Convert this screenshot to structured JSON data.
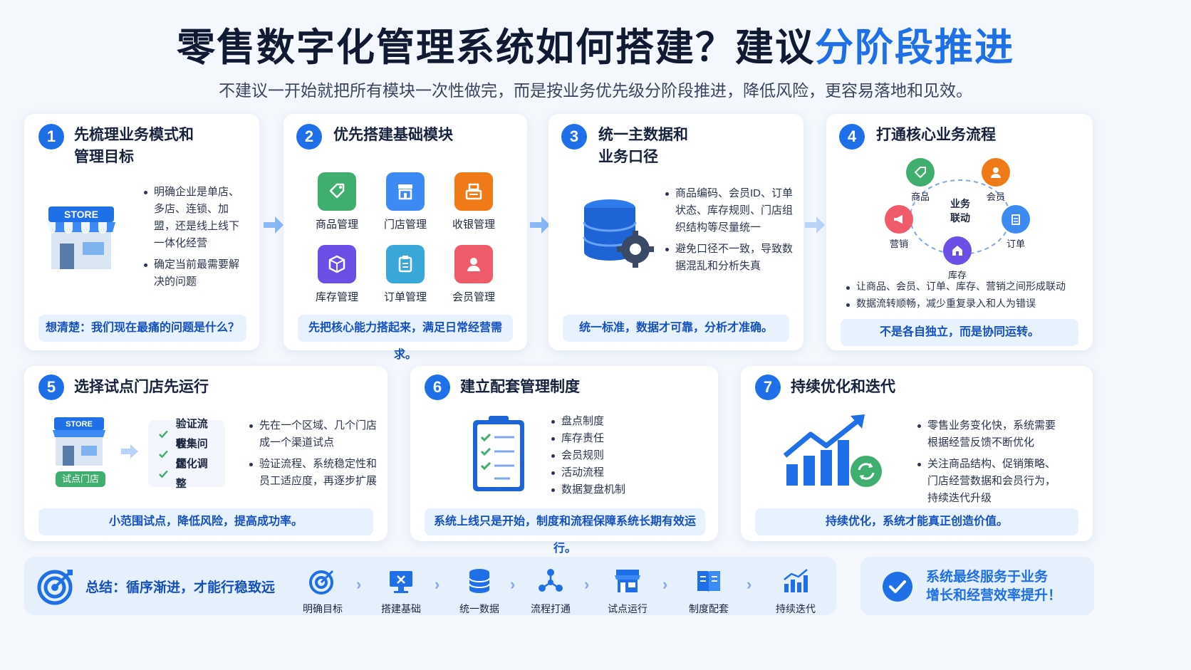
{
  "header": {
    "title_main": "零售数字化管理系统如何搭建？建议",
    "title_highlight": "分阶段推进",
    "subtitle": "不建议一开始就把所有模块一次性做完，而是按业务优先级分阶段推进，降低风险，更容易落地和见效。"
  },
  "colors": {
    "accent": "#1f6fe8",
    "banner_bg": "#e8f1fe",
    "banner_text": "#1550c0"
  },
  "steps": [
    {
      "num": "1",
      "title_l1": "先梳理业务模式和",
      "title_l2": "管理目标",
      "store_sign": "STORE",
      "bullets": [
        "明确企业是单店、多店、连锁、加盟，还是线上线下一体化经营",
        "确定当前最需要解决的问题"
      ],
      "banner": "想清楚：我们现在最痛的问题是什么？"
    },
    {
      "num": "2",
      "title": "优先搭建基础模块",
      "modules": [
        "商品管理",
        "门店管理",
        "收银管理",
        "库存管理",
        "订单管理",
        "会员管理"
      ],
      "banner": "先把核心能力搭起来，满足日常经营需求。"
    },
    {
      "num": "3",
      "title_l1": "统一主数据和",
      "title_l2": "业务口径",
      "bullets": [
        "商品编码、会员ID、订单状态、库存规则、门店组织结构等尽量统一",
        "避免口径不一致，导致数据混乱和分析失真"
      ],
      "banner": "统一标准，数据才可靠，分析才准确。"
    },
    {
      "num": "4",
      "title": "打通核心业务流程",
      "cycle_center_l1": "业务",
      "cycle_center_l2": "联动",
      "cycle_nodes": [
        "商品",
        "会员",
        "订单",
        "库存",
        "营销"
      ],
      "bullets": [
        "让商品、会员、订单、库存、营销之间形成联动",
        "数据流转顺畅，减少重复录入和人为错误"
      ],
      "banner": "不是各自独立，而是协同运转。"
    },
    {
      "num": "5",
      "title": "选择试点门店先运行",
      "store_sign": "STORE",
      "store_tag": "试点门店",
      "checks": [
        "验证流程",
        "收集问题",
        "优化调整"
      ],
      "bullets": [
        "先在一个区域、几个门店成一个渠道试点",
        "验证流程、系统稳定性和员工适应度，再逐步扩展"
      ],
      "banner": "小范围试点，降低风险，提高成功率。"
    },
    {
      "num": "6",
      "title": "建立配套管理制度",
      "bullets": [
        "盘点制度",
        "库存责任",
        "会员规则",
        "活动流程",
        "数据复盘机制"
      ],
      "banner": "系统上线只是开始，制度和流程保障系统长期有效运行。"
    },
    {
      "num": "7",
      "title": "持续优化和迭代",
      "bullets": [
        "零售业务变化快，系统需要根据经营反馈不断优化",
        "关注商品结构、促销策略、门店经营数据和会员行为，持续迭代升级"
      ],
      "banner": "持续优化，系统才能真正创造价值。"
    }
  ],
  "summary": {
    "label": "总结：循序渐进，才能行稳致远",
    "flow": [
      "明确目标",
      "搭建基础",
      "统一数据",
      "流程打通",
      "试点运行",
      "制度配套",
      "持续迭代"
    ],
    "final_l1": "系统最终服务于业务",
    "final_l2": "增长和经营效率提升！"
  }
}
